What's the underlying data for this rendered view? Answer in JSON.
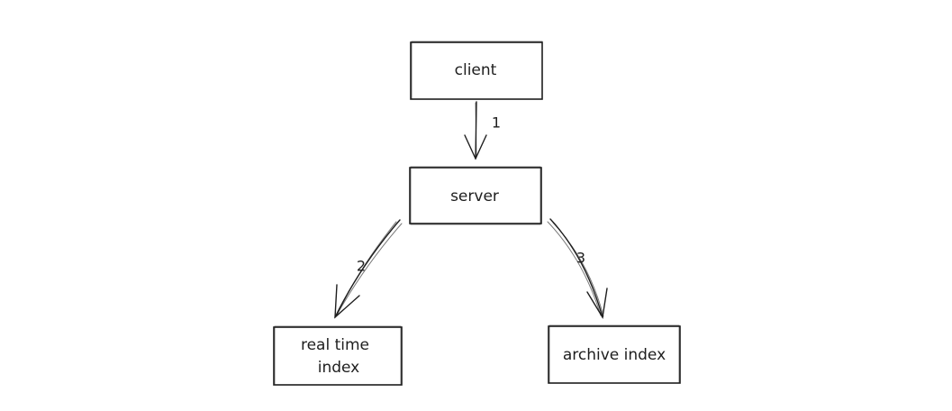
{
  "diagram": {
    "nodes": {
      "client": {
        "label": "client"
      },
      "server": {
        "label": "server"
      },
      "realtime": {
        "label_line1": "real time",
        "label_line2": "index"
      },
      "archive": {
        "label": "archive index"
      }
    },
    "edges": {
      "client_server": {
        "label": "1"
      },
      "server_realtime": {
        "label": "2"
      },
      "server_archive": {
        "label": "3"
      }
    }
  }
}
